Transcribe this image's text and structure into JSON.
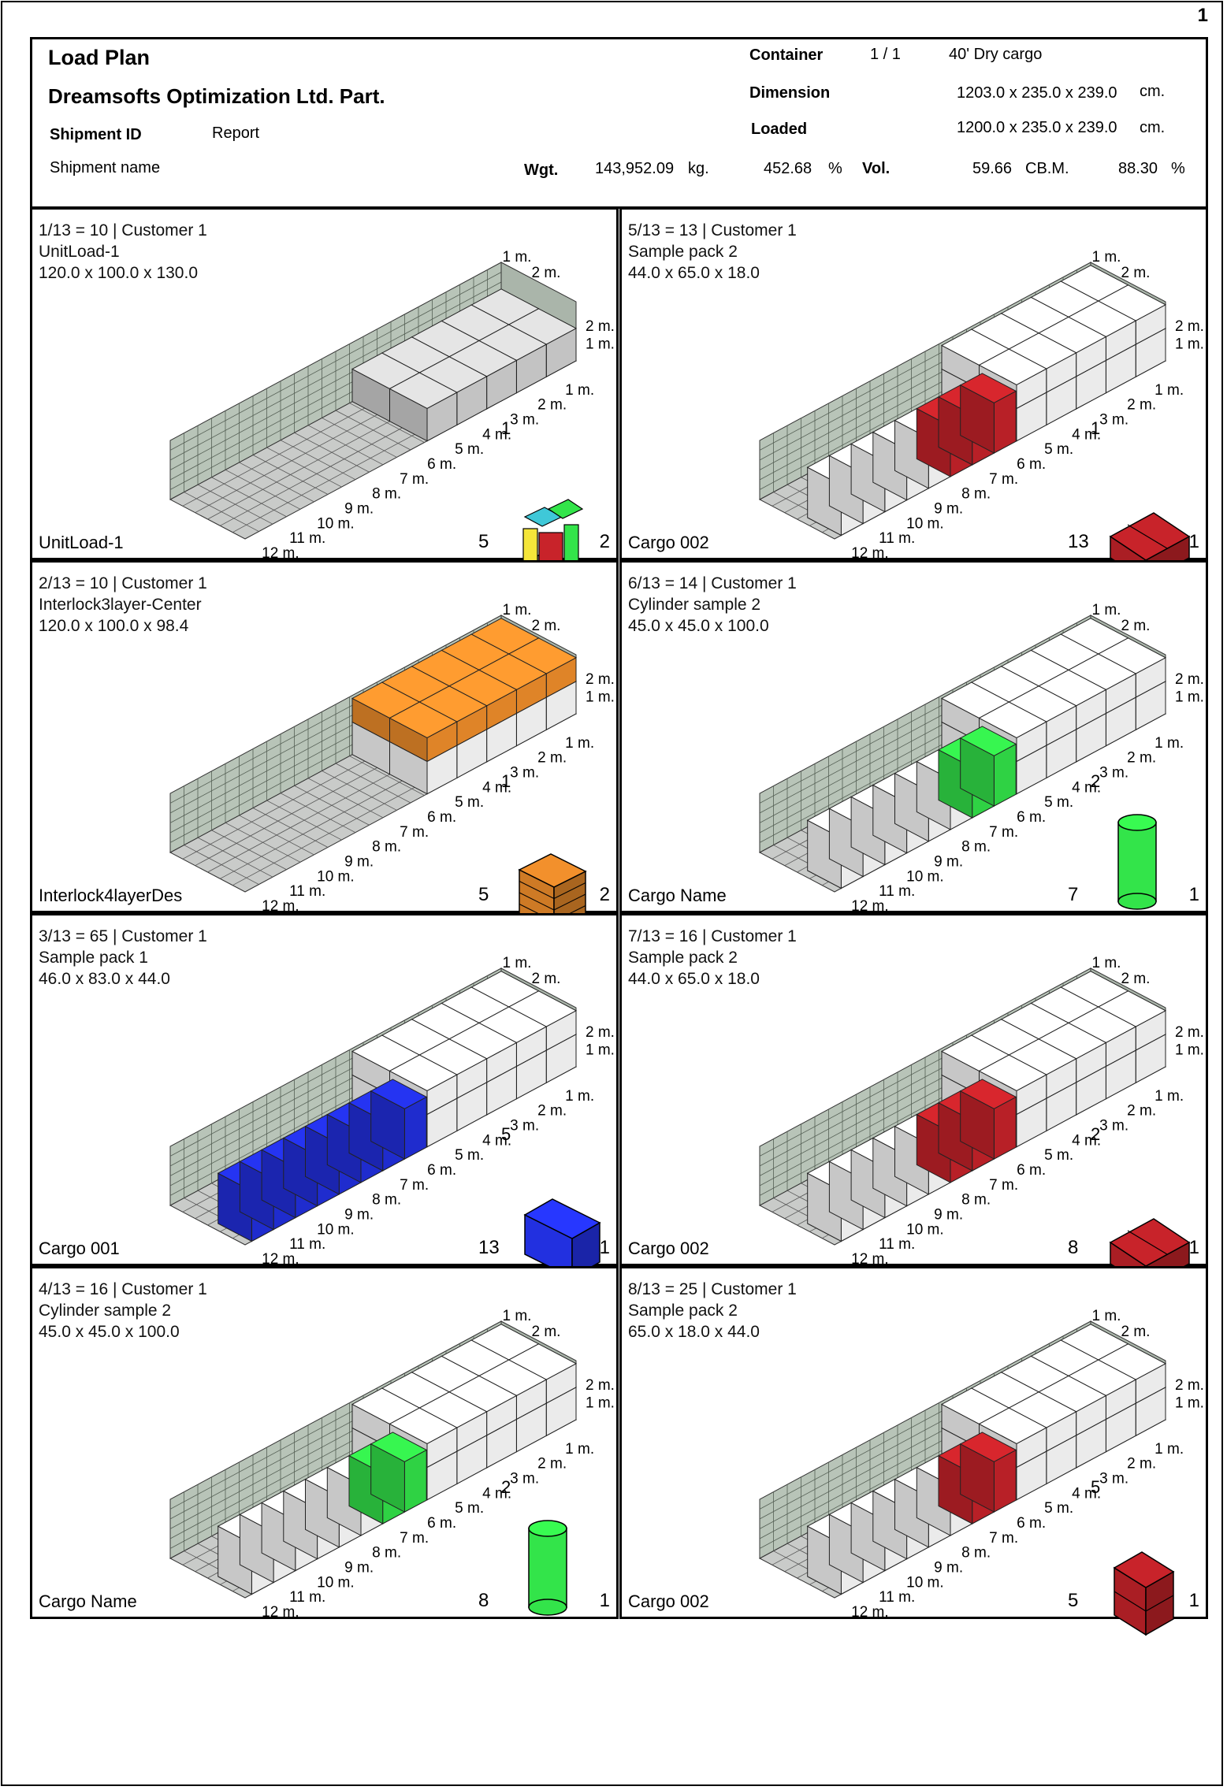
{
  "page": {
    "number": "1"
  },
  "header": {
    "title": "Load Plan",
    "company": "Dreamsofts Optimization Ltd. Part.",
    "shipment_id_label": "Shipment ID",
    "shipment_id_value": "Report",
    "shipment_name_label": "Shipment name",
    "container_label": "Container",
    "container_index": "1  /  1",
    "container_type": "40' Dry cargo",
    "dimension_label": "Dimension",
    "dimension_value": "1203.0 x 235.0 x 239.0",
    "dimension_unit": "cm.",
    "loaded_label": "Loaded",
    "loaded_value": "1200.0 x 235.0 x 239.0",
    "loaded_unit": "cm.",
    "wgt_label": "Wgt.",
    "wgt_value": "143,952.09",
    "wgt_unit": "kg.",
    "wgt_pct": "452.68",
    "wgt_pct_unit": "%",
    "vol_label": "Vol.",
    "vol_value": "59.66",
    "vol_unit": "CB.M.",
    "vol_pct": "88.30",
    "vol_pct_unit": "%"
  },
  "axis_labels": {
    "length": [
      "1 m.",
      "2 m.",
      "3 m.",
      "4 m.",
      "5 m.",
      "6 m.",
      "7 m.",
      "8 m.",
      "9 m.",
      "10 m.",
      "11 m.",
      "12 m."
    ],
    "height": [
      "2 m.",
      "1 m."
    ],
    "width": [
      "1 m.",
      "2 m."
    ]
  },
  "steps": [
    {
      "line1": "1/13   = 10 | Customer 1",
      "line2": "UnitLoad-1",
      "line3": "120.0 x 100.0 x 130.0",
      "cargo_name": "UnitLoad-1",
      "icon_qty": "1",
      "count_a": "5",
      "count_b": "2",
      "color": "#d0d0d0",
      "icon": "pallet-unit-load-icon"
    },
    {
      "line1": "5/13   = 13 | Customer 1",
      "line2": "Sample pack 2",
      "line3": "44.0 x 65.0 x 18.0",
      "cargo_name": "Cargo 002",
      "icon_qty": "1",
      "count_a": "13",
      "count_b": "1",
      "color": "#c8232a",
      "icon": "flat-box-icon"
    },
    {
      "line1": "2/13   = 10 | Customer 1",
      "line2": "Interlock3layer-Center",
      "line3": "120.0 x 100.0 x 98.4",
      "cargo_name": "Interlock4layerDes",
      "icon_qty": "1",
      "count_a": "5",
      "count_b": "2",
      "color": "#f2902c",
      "icon": "interlock-pallet-icon"
    },
    {
      "line1": "6/13   = 14 | Customer 1",
      "line2": "Cylinder sample 2",
      "line3": "45.0 x 45.0 x 100.0",
      "cargo_name": "Cargo Name",
      "icon_qty": "2",
      "count_a": "7",
      "count_b": "1",
      "color": "#33e44a",
      "icon": "cylinder-icon"
    },
    {
      "line1": "3/13   = 65 | Customer 1",
      "line2": "Sample pack 1",
      "line3": "46.0 x 83.0 x 44.0",
      "cargo_name": "Cargo 001",
      "icon_qty": "5",
      "count_a": "13",
      "count_b": "1",
      "color": "#2230e0",
      "icon": "blue-box-icon"
    },
    {
      "line1": "7/13   = 16 | Customer 1",
      "line2": "Sample pack 2",
      "line3": "44.0 x 65.0 x 18.0",
      "cargo_name": "Cargo 002",
      "icon_qty": "2",
      "count_a": "8",
      "count_b": "1",
      "color": "#c8232a",
      "icon": "flat-box-icon"
    },
    {
      "line1": "4/13   = 16 | Customer 1",
      "line2": "Cylinder sample 2",
      "line3": "45.0 x 45.0 x 100.0",
      "cargo_name": "Cargo Name",
      "icon_qty": "2",
      "count_a": "8",
      "count_b": "1",
      "color": "#33e44a",
      "icon": "cylinder-icon"
    },
    {
      "line1": "8/13   = 25 | Customer 1",
      "line2": "Sample pack 2",
      "line3": "65.0 x 18.0 x 44.0",
      "cargo_name": "Cargo 002",
      "icon_qty": "5",
      "count_a": "5",
      "count_b": "1",
      "color": "#c8232a",
      "icon": "tall-box-icon"
    }
  ]
}
